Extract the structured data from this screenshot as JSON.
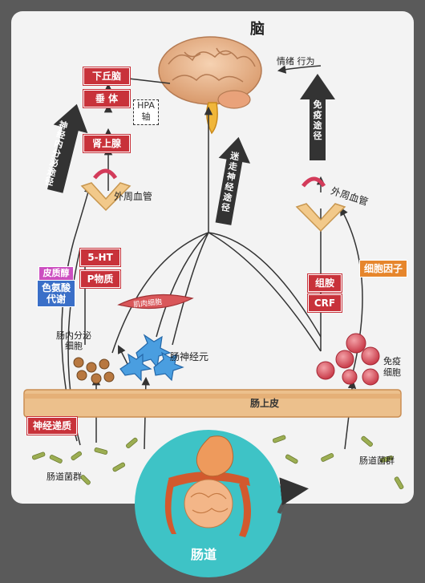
{
  "labels": {
    "brain": "脑",
    "emotion_behavior": "情绪 行为",
    "hypothalamus": "下丘脑",
    "pituitary": "垂 体",
    "adrenal": "肾上腺",
    "hpa_line1": "HPA",
    "hpa_line2": "轴",
    "neuroendocrine": "神经内分泌途径",
    "vagus": "迷走神经途径",
    "immune_path": "免疫途径",
    "peripheral_vessel_left": "外周血管",
    "peripheral_vessel_right": "外周血管",
    "serotonin": "5-HT",
    "substance_p": "P物质",
    "cortisol": "皮质醇",
    "tryptophan_line1": "色氨酸",
    "tryptophan_line2": "代谢",
    "enteroendocrine_line1": "肠内分泌",
    "enteroendocrine_line2": "细胞",
    "muscle_cell": "肌肉细胞",
    "enteric_neuron": "肠神经元",
    "histamine": "组胺",
    "crf": "CRF",
    "cytokines": "细胞因子",
    "immune_cell_line1": "免疫",
    "immune_cell_line2": "细胞",
    "epithelium": "肠上皮",
    "neurotransmitter": "神经递质",
    "microbiota_left": "肠道菌群",
    "microbiota_right": "肠道菌群",
    "gut": "肠道"
  },
  "colors": {
    "red_box": "#c8323a",
    "blue_box": "#3a6fc8",
    "pink_box": "#cc4fc0",
    "orange_box": "#e6862c",
    "teal_circle": "#3ec3c6",
    "panel": "#f3f3f3"
  }
}
